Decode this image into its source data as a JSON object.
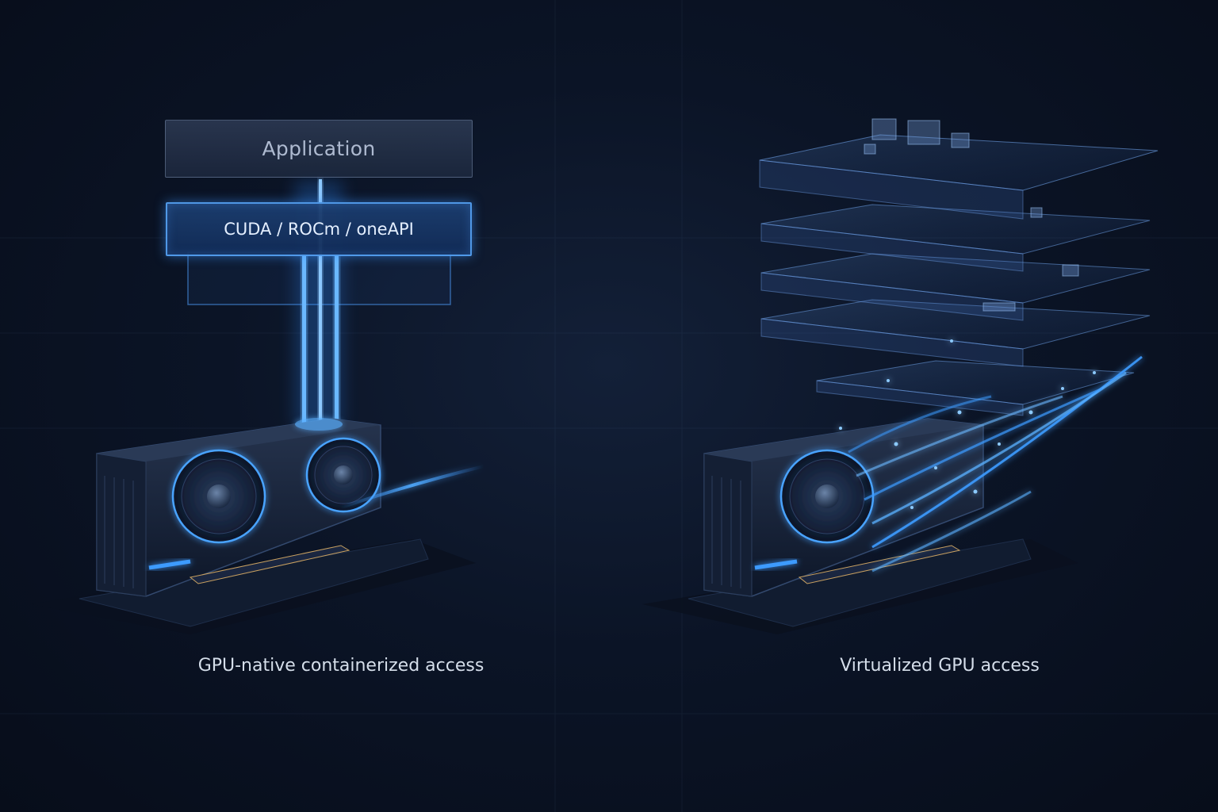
{
  "left_panel": {
    "application_label": "Application",
    "api_label": "CUDA / ROCm / oneAPI",
    "caption": "GPU-native containerized access"
  },
  "right_panel": {
    "caption": "Virtualized GPU access"
  },
  "colors": {
    "background": "#0b1426",
    "glow_blue": "#3d9bff",
    "box_border": "#5aaaff",
    "text": "#d5deea"
  }
}
